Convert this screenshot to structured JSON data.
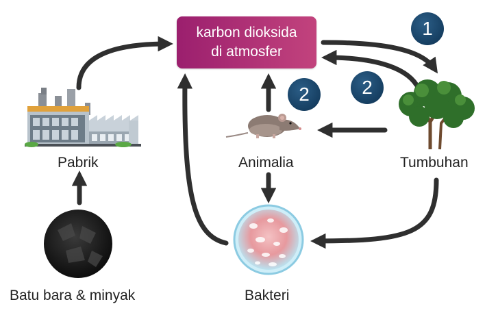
{
  "nodes": {
    "atmosphere": {
      "line1": "karbon dioksida",
      "line2": "di atmosfer"
    },
    "factory": "Pabrik",
    "animal": "Animalia",
    "plant": "Tumbuhan",
    "bacteria": "Bakteri",
    "coal": "Batu bara & minyak"
  },
  "badges": {
    "plant_uptake": "1",
    "animal_respiration": "2",
    "plant_respiration": "2"
  },
  "colors": {
    "arrow": "#2f2f2f",
    "atmosphere_box_start": "#9b1f6e",
    "atmosphere_box_end": "#c2437d",
    "badge": "#1b4b73",
    "bacteria_fill": "#e9a0a4",
    "bacteria_ring": "#9fd6ea"
  },
  "icons": {
    "factory": "factory-icon",
    "rat": "rat-icon",
    "tree": "tree-icon",
    "bacteria": "bacteria-petri-icon",
    "coal": "coal-icon"
  }
}
